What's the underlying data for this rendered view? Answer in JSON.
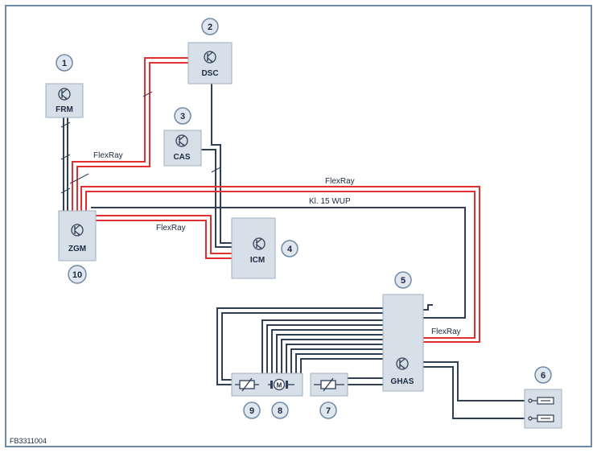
{
  "figure_id": "FB3311004",
  "colors": {
    "frame": "#6f8aa6",
    "box_fill": "#d7e0e8",
    "box_stroke": "#9fb0c0",
    "wire_dark": "#2f3f55",
    "wire_red": "#e03030",
    "badge_fill": "#dfe6ee",
    "badge_stroke": "#6f8aa6"
  },
  "modules": {
    "frm": "FRM",
    "dsc": "DSC",
    "cas": "CAS",
    "zgm": "ZGM",
    "icm": "ICM",
    "ghas": "GHAS"
  },
  "wire_labels": {
    "flexray_1": "FlexRay",
    "flexray_2": "FlexRay",
    "flexray_3": "FlexRay",
    "flexray_4": "FlexRay",
    "kl15": "Kl. 15 WUP"
  },
  "callouts": {
    "n1": "1",
    "n2": "2",
    "n3": "3",
    "n4": "4",
    "n5": "5",
    "n6": "6",
    "n7": "7",
    "n8": "8",
    "n9": "9",
    "n10": "10"
  },
  "icons": {
    "transistor": "transistor-icon",
    "motor": "motor-icon",
    "sensor": "sensor-icon",
    "fuse": "fuse-icon",
    "resistor": "potentiometer-icon"
  }
}
